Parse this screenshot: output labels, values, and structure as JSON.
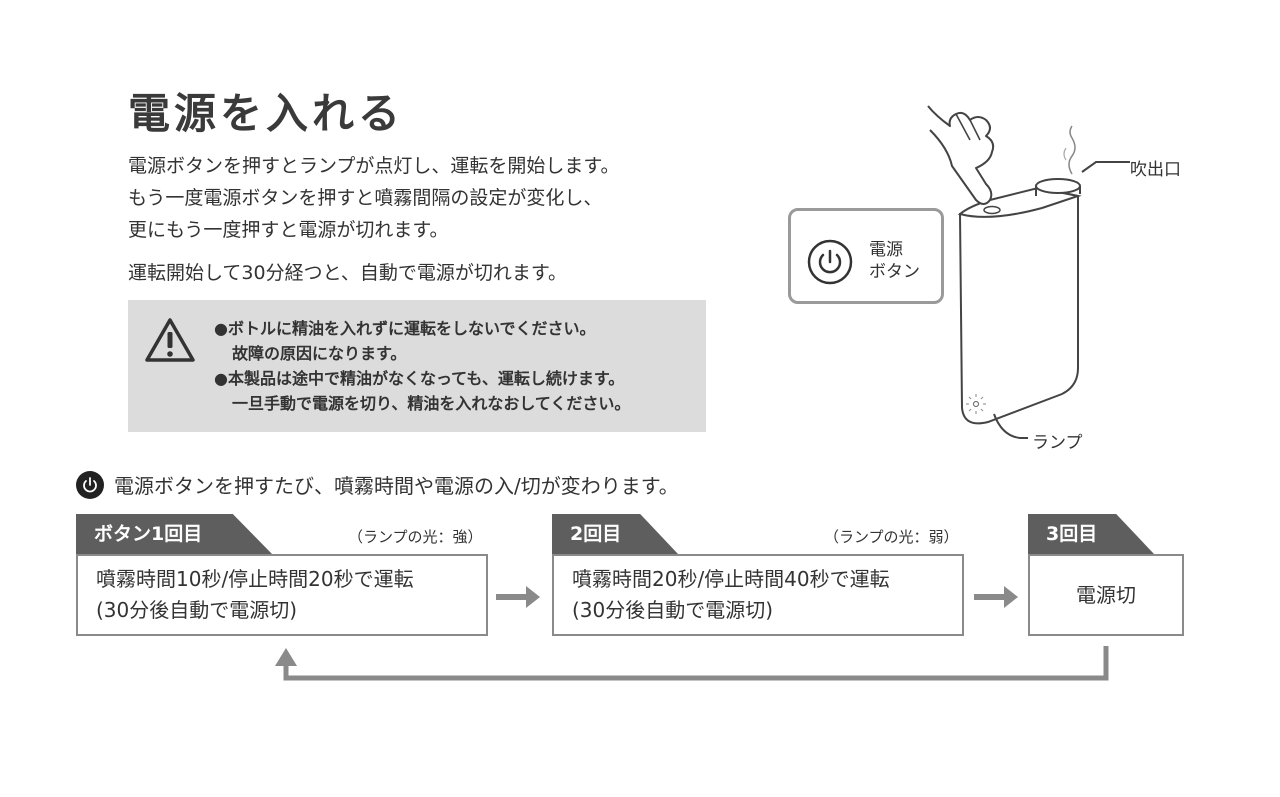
{
  "title": "電源を入れる",
  "intro_lines": [
    "電源ボタンを押すとランプが点灯し、運転を開始します。",
    "もう一度電源ボタンを押すと噴霧間隔の設定が変化し、",
    "更にもう一度押すと電源が切れます。"
  ],
  "auto_off_note": "運転開始して30分経つと、自動で電源が切れます。",
  "warning": {
    "icon": "warning-triangle-icon",
    "lines": [
      "●ボトルに精油を入れずに運転をしないでください。",
      "故障の原因になります。",
      "●本製品は途中で精油がなくなっても、運転し続けます。",
      "一旦手動で電源を切り、精油を入れなおしてください。"
    ]
  },
  "illustration": {
    "callout_label_line1": "電源",
    "callout_label_line2": "ボタン",
    "outlet_label": "吹出口",
    "lamp_label": "ランプ"
  },
  "flow": {
    "heading": "電源ボタンを押すたび、噴霧時間や電源の入/切が変わります。",
    "steps": [
      {
        "tab": "ボタン1回目",
        "lamp_note": "（ランプの光：強）",
        "line1": "噴霧時間10秒/停止時間20秒で運転",
        "line2": "(30分後自動で電源切)"
      },
      {
        "tab": "2回目",
        "lamp_note": "（ランプの光：弱）",
        "line1": "噴霧時間20秒/停止時間40秒で運転",
        "line2": "(30分後自動で電源切)"
      },
      {
        "tab": "3回目",
        "lamp_note": "",
        "line1": "電源切",
        "line2": ""
      }
    ]
  },
  "colors": {
    "tab_bg": "#5e5e5e",
    "warning_bg": "#dcdcdc",
    "arrow": "#8a8a8a"
  }
}
